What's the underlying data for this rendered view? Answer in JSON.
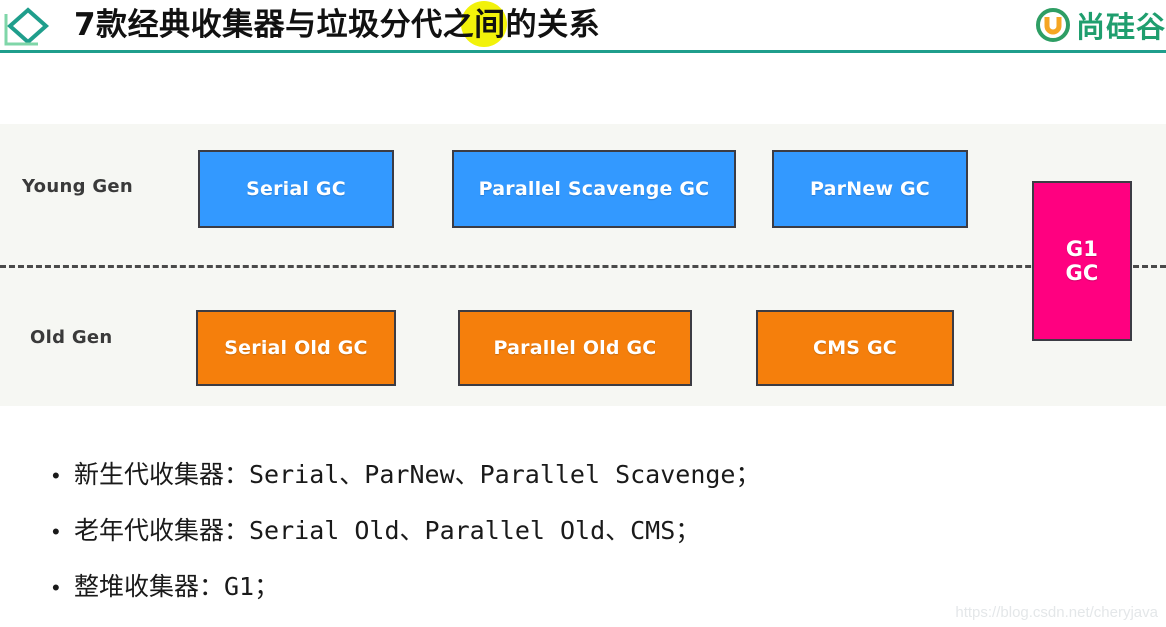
{
  "header": {
    "title": "7款经典收集器与垃圾分代之间的关系",
    "highlight_char": "之",
    "decoration_icon": "diamond-outline-icon",
    "rule_color": "#1f9e8c",
    "highlight_color": "#f2f20a",
    "brand": {
      "mark_icon": "shangguigu-u-logo-icon",
      "text": "尚硅谷",
      "color": "#1f9e6e",
      "mark_ring_color": "#2e9e64",
      "mark_inner_color": "#f5a623"
    }
  },
  "diagram": {
    "background": "#f6f7f3",
    "divider": {
      "style": "dashed",
      "color": "#4a4a4a"
    },
    "rows": [
      {
        "label": "Young Gen",
        "color": "#3399ff",
        "boxes": [
          {
            "label": "Serial GC"
          },
          {
            "label": "Parallel Scavenge GC"
          },
          {
            "label": "ParNew GC"
          }
        ]
      },
      {
        "label": "Old Gen",
        "color": "#f57f0c",
        "boxes": [
          {
            "label": "Serial Old GC"
          },
          {
            "label": "Parallel Old GC"
          },
          {
            "label": "CMS GC"
          }
        ]
      }
    ],
    "whole_heap_box": {
      "line1": "G1",
      "line2": "GC",
      "color": "#ff0080"
    }
  },
  "bullets": [
    {
      "marker": "•",
      "text": "新生代收集器：Serial、ParNew、Parallel Scavenge；"
    },
    {
      "marker": "•",
      "text": "老年代收集器：Serial Old、Parallel Old、CMS；"
    },
    {
      "marker": "•",
      "text": "整堆收集器：G1；"
    }
  ],
  "watermark": "https://blog.csdn.net/cheryjava"
}
